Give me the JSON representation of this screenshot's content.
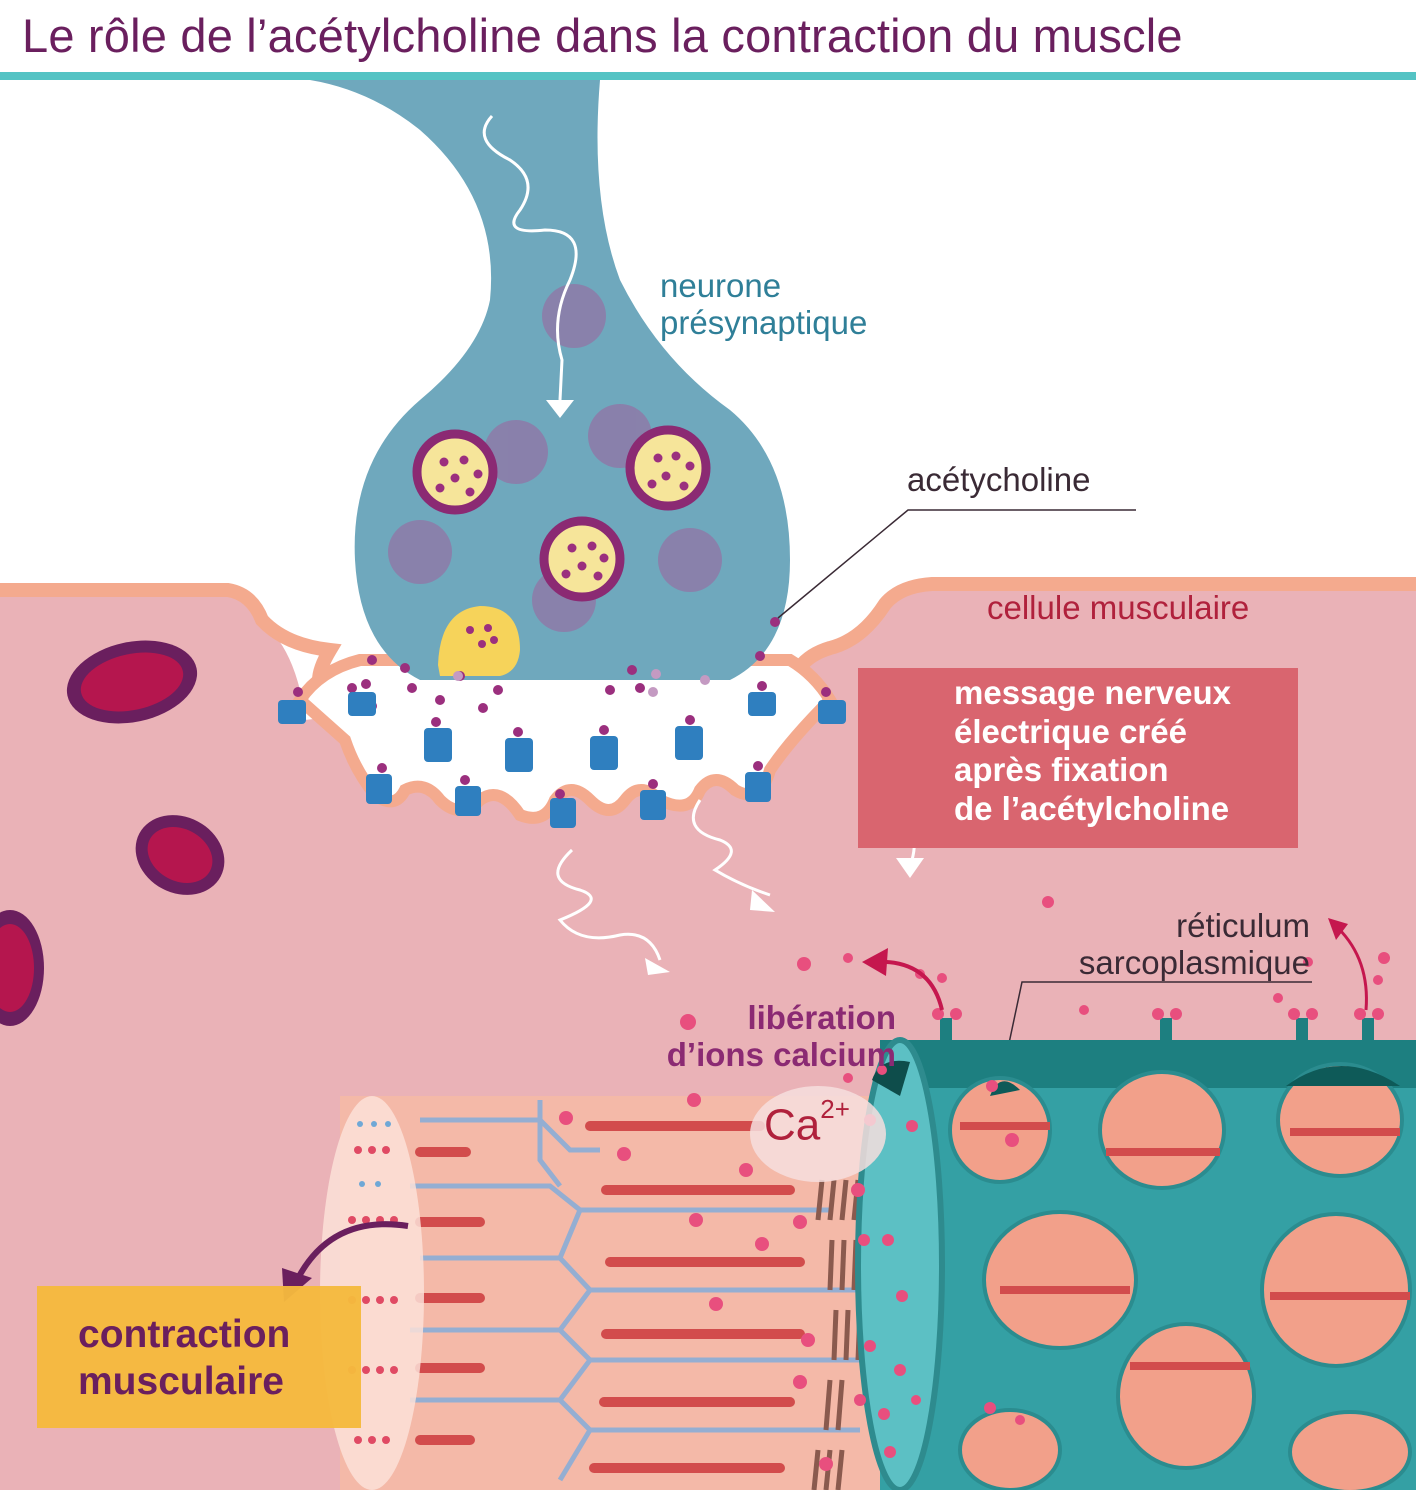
{
  "title": "Le rôle de l’acétylcholine dans la contraction du muscle",
  "labels": {
    "neuron_line1": "neurone",
    "neuron_line2": "présynaptique",
    "acetylcholine": "acétycholine",
    "muscle_cell": "cellule musculaire",
    "message_line1": "message nerveux",
    "message_line2": "électrique créé",
    "message_line3": "après fixation",
    "message_line4": "de l’acétylcholine",
    "reticulum_line1": "réticulum",
    "reticulum_line2": "sarcoplasmique",
    "release_line1": "libération",
    "release_line2": "d’ions calcium",
    "calcium_symbol": "Ca",
    "calcium_charge": "2+",
    "contraction_line1": "contraction",
    "contraction_line2": "musculaire"
  },
  "colors": {
    "title": "#6a1f5e",
    "title_rule": "#54c3c4",
    "neuron": "#6fa8bd",
    "vesicle_ring": "#8b2a73",
    "vesicle_fill": "#f6e59a",
    "receptor": "#2f7fbf",
    "muscle_cell": "#eab2b7",
    "membrane": "#f4aa8e",
    "mitochondria": "#b5164e",
    "reticulum": "#34a0a4",
    "calcium_ion": "#e84f7e",
    "message_box": "#d9656f",
    "contraction_box": "#f5b93d"
  }
}
